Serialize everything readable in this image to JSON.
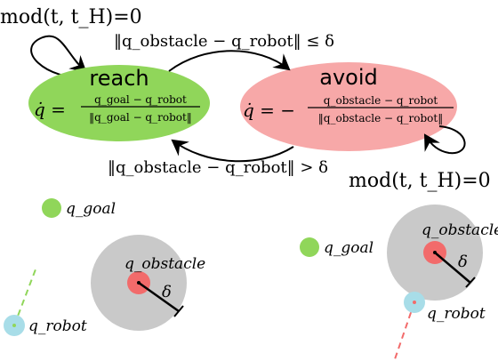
{
  "state_machine": {
    "reach": {
      "name": "reach",
      "law_lhs": "q̇ =",
      "law_num": "q_goal − q_robot",
      "law_den": "‖q_goal − q_robot‖",
      "color": "#90d65a"
    },
    "avoid": {
      "name": "avoid",
      "law_lhs": "q̇ = −",
      "law_num": "q_obstacle − q_robot",
      "law_den": "‖q_obstacle − q_robot‖",
      "color": "#f7a8a8"
    },
    "reach_self_loop_label": "mod(t, t_H)=0",
    "avoid_self_loop_label": "mod(t, t_H)=0",
    "reach_to_avoid_condition": "‖q_obstacle − q_robot‖ ≤ δ",
    "avoid_to_reach_condition": "‖q_obstacle − q_robot‖ > δ"
  },
  "scenes": [
    {
      "mode": "reach",
      "goal_label": "q_goal",
      "obstacle_label": "q_obstacle",
      "robot_label": "q_robot",
      "radius_label": "δ",
      "trail_color": "#90d65a"
    },
    {
      "mode": "avoid",
      "goal_label": "q_goal",
      "obstacle_label": "q_obstacle",
      "robot_label": "q_robot",
      "radius_label": "δ",
      "trail_color": "#f26b6b"
    }
  ],
  "colors": {
    "goal": "#90d65a",
    "robot": "#a8dde8",
    "obstacle_core": "#f26b6b",
    "obstacle_zone": "#c9c9c9"
  }
}
